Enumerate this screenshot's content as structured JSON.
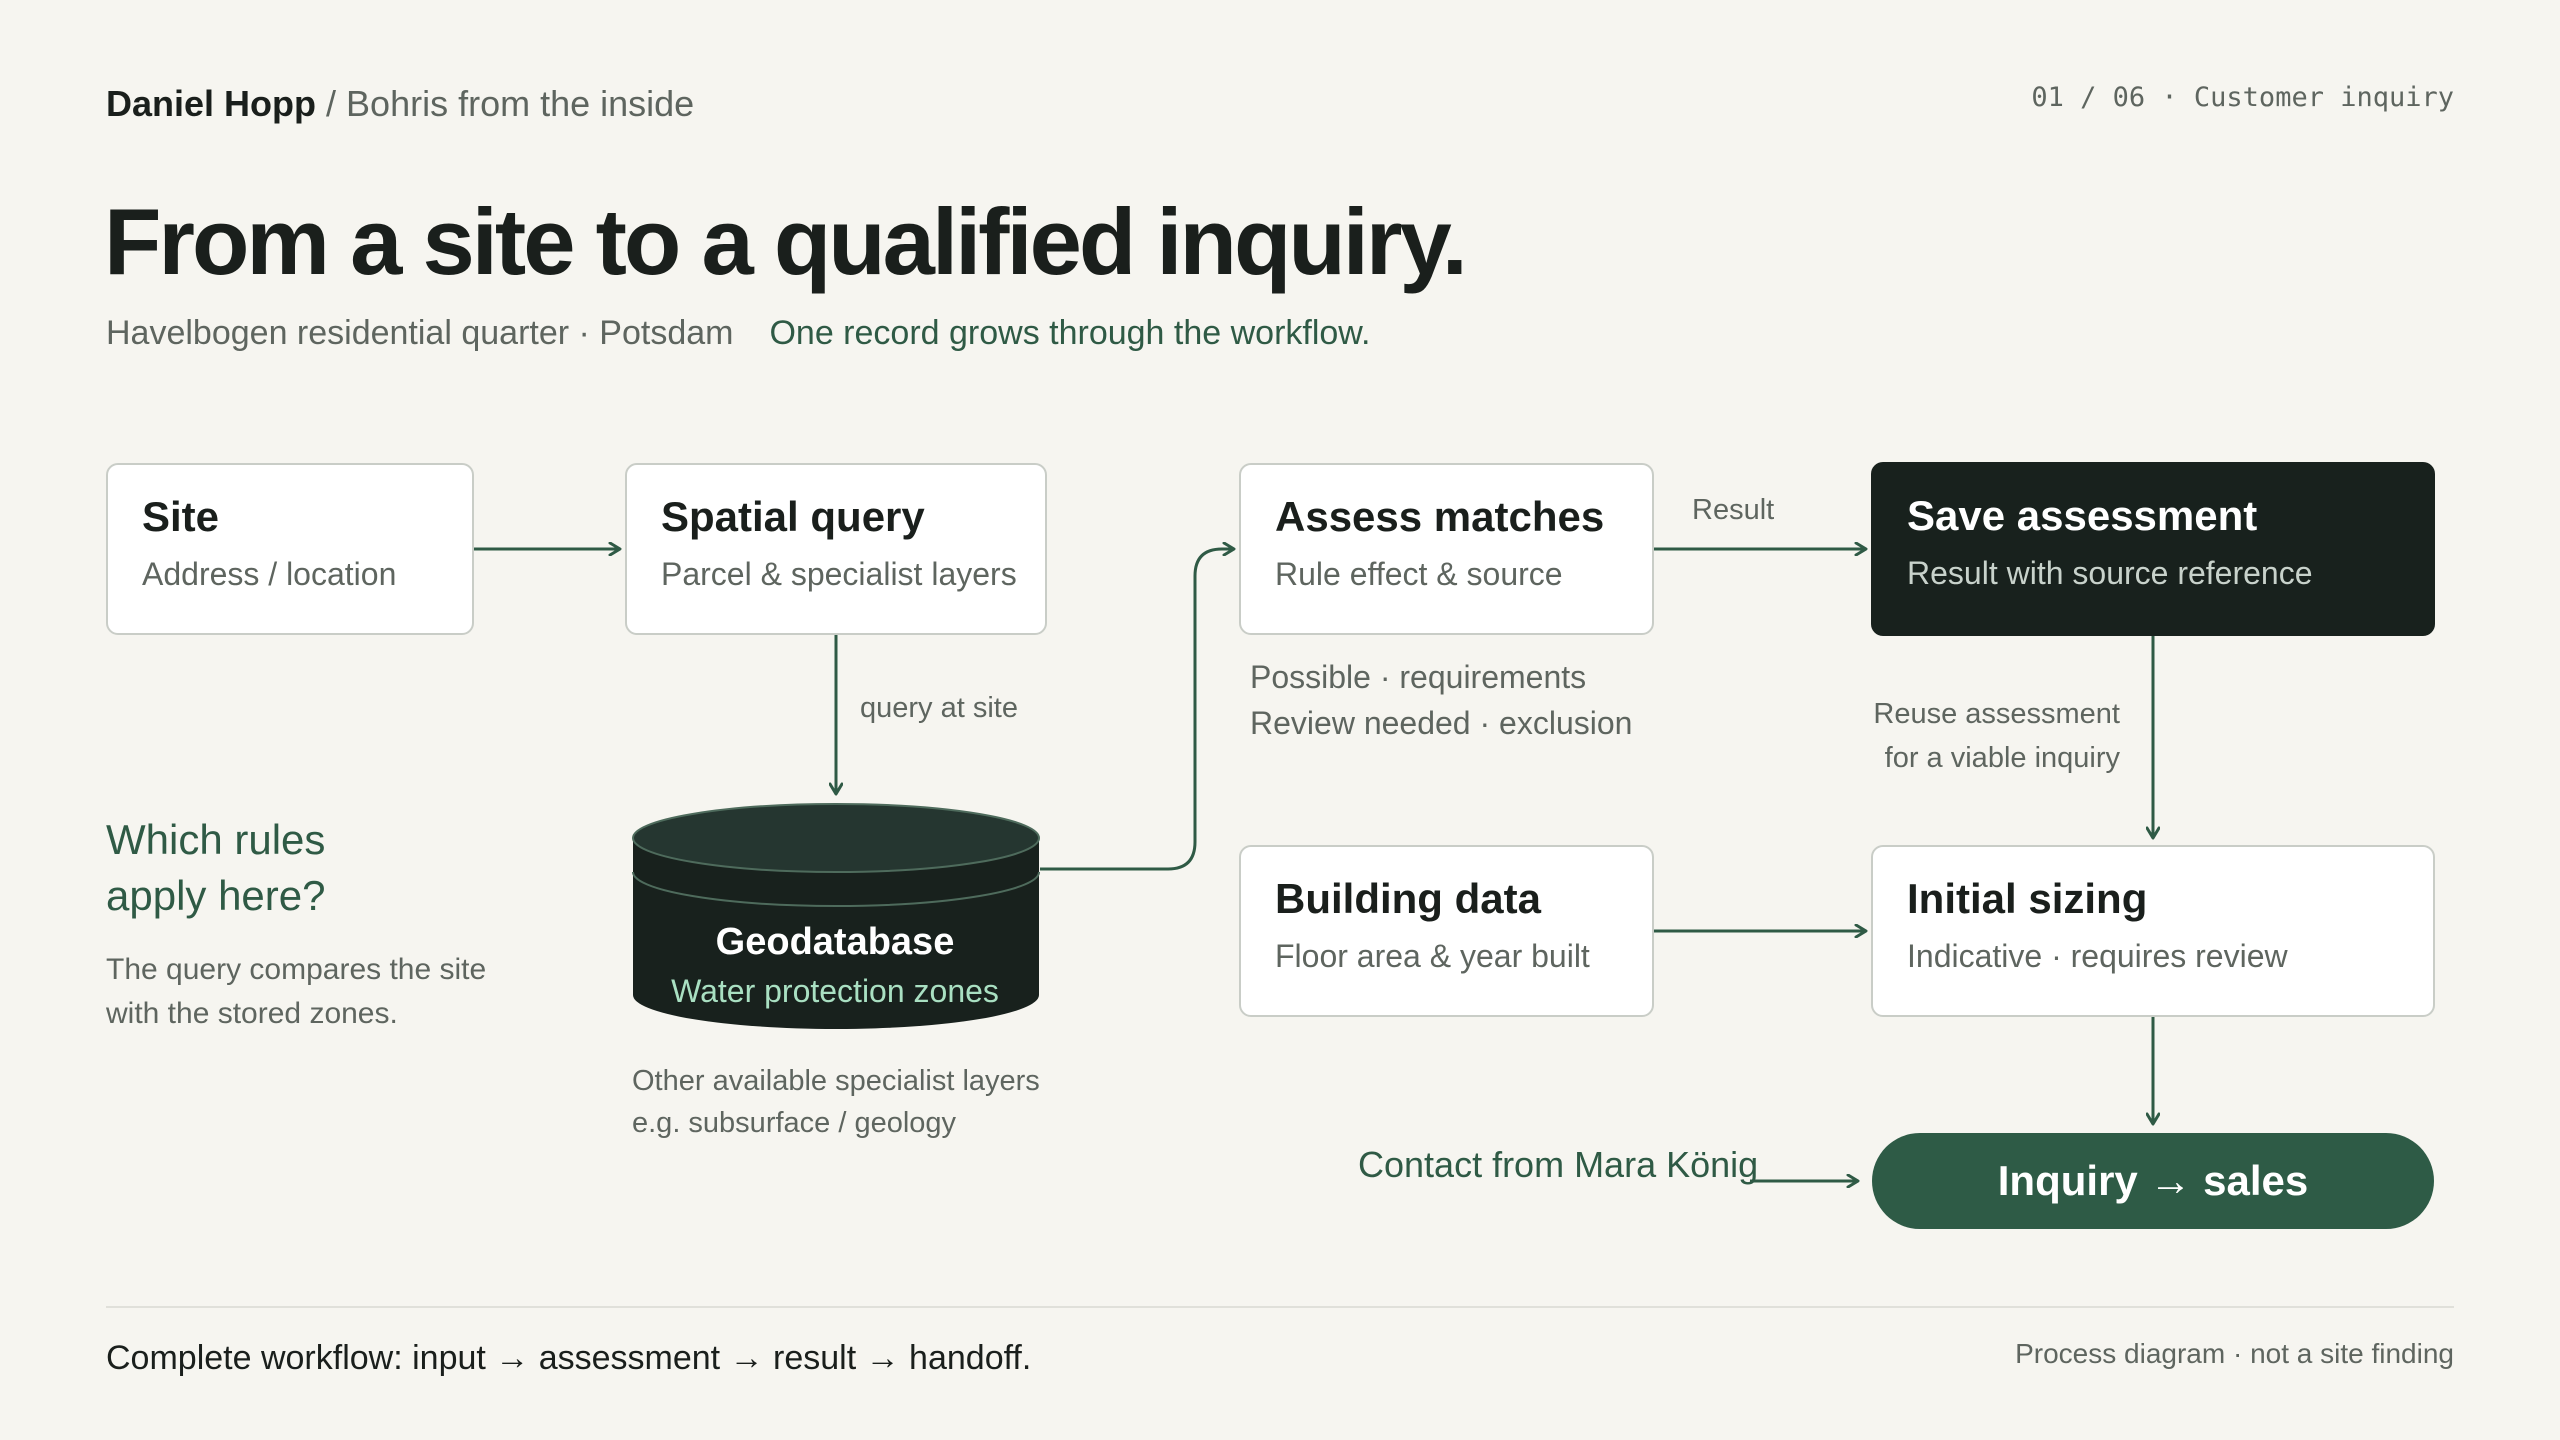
{
  "header": {
    "author": "Daniel Hopp",
    "separator": " / ",
    "deck_title": "Bohris from the inside",
    "slide_indicator": "01 / 06 · Customer inquiry"
  },
  "title": "From a site to a qualified inquiry.",
  "subtitle": {
    "location": "Havelbogen residential quarter · Potsdam",
    "tagline": "One record grows through the workflow."
  },
  "nodes": {
    "site": {
      "title": "Site",
      "subtitle": "Address / location"
    },
    "spatial_query": {
      "title": "Spatial query",
      "subtitle": "Parcel & specialist layers"
    },
    "assess_matches": {
      "title": "Assess matches",
      "subtitle": "Rule effect & source"
    },
    "save_assessment": {
      "title": "Save assessment",
      "subtitle": "Result with source reference"
    },
    "building_data": {
      "title": "Building data",
      "subtitle": "Floor area & year built"
    },
    "initial_sizing": {
      "title": "Initial sizing",
      "subtitle": "Indicative · requires review"
    },
    "geodatabase": {
      "title": "Geodatabase",
      "subtitle": "Water protection zones"
    },
    "handoff": {
      "label": "Inquiry → sales"
    }
  },
  "edge_labels": {
    "query_at_site": "query at site",
    "result": "Result"
  },
  "notes": {
    "other_layers": [
      "Other available specialist layers",
      "e.g. subsurface / geology"
    ],
    "assess_outcomes": [
      "Possible · requirements",
      "Review needed · exclusion"
    ],
    "reuse": [
      "Reuse assessment",
      "for a viable inquiry"
    ],
    "contact": "Contact from Mara König"
  },
  "sidebar": {
    "question": [
      "Which rules",
      "apply here?"
    ],
    "description": [
      "The query compares the site",
      "with the stored zones."
    ]
  },
  "footer": {
    "summary": "Complete workflow: input → assessment → result → handoff.",
    "disclaimer": "Process diagram · not a site finding"
  },
  "colors": {
    "background": "#f6f5f0",
    "accent_green": "#2e5b46",
    "dark_node": "#18211d",
    "arrow": "#2f5a45",
    "db_subtitle": "#a9e0c2"
  }
}
